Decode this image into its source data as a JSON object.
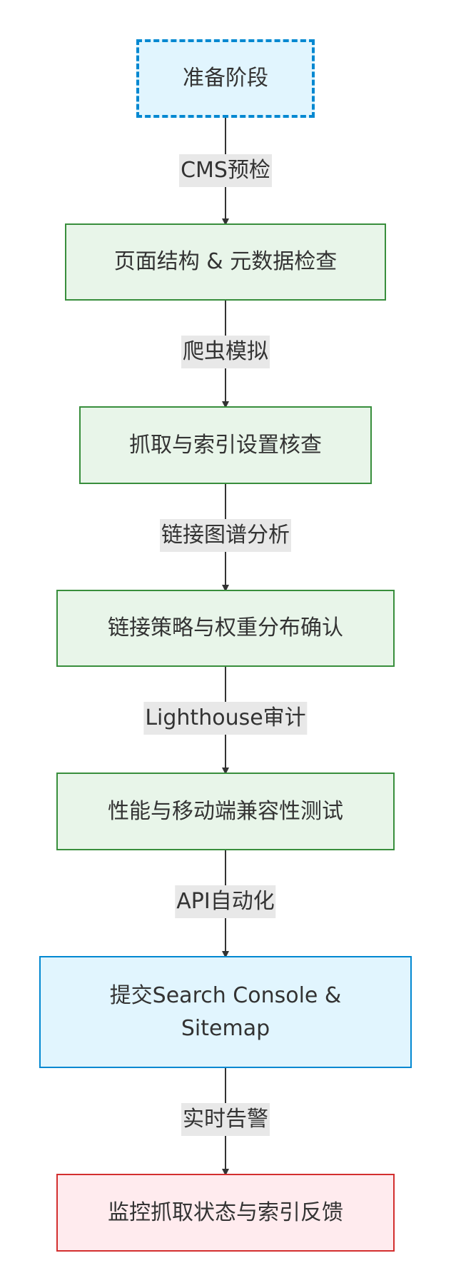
{
  "nodes": {
    "prep": "准备阶段",
    "structure": "页面结构 & 元数据检查",
    "crawl": "抓取与索引设置核查",
    "links": "链接策略与权重分布确认",
    "perf": "性能与移动端兼容性测试",
    "submit_line1": "提交Search Console &",
    "submit_line2": "Sitemap",
    "monitor": "监控抓取状态与索引反馈"
  },
  "edges": {
    "e1": "CMS预检",
    "e2": "爬虫模拟",
    "e3": "链接图谱分析",
    "e4": "Lighthouse审计",
    "e5": "API自动化",
    "e6": "实时告警"
  },
  "colors": {
    "start_fill": "#e1f5fe",
    "start_border": "#0288d1",
    "step_fill": "#e8f5e9",
    "step_border": "#388e3c",
    "final_fill": "#ffebee",
    "final_border": "#d32f2f",
    "edge": "#333333",
    "edge_label_bg": "#e8e8e8"
  }
}
